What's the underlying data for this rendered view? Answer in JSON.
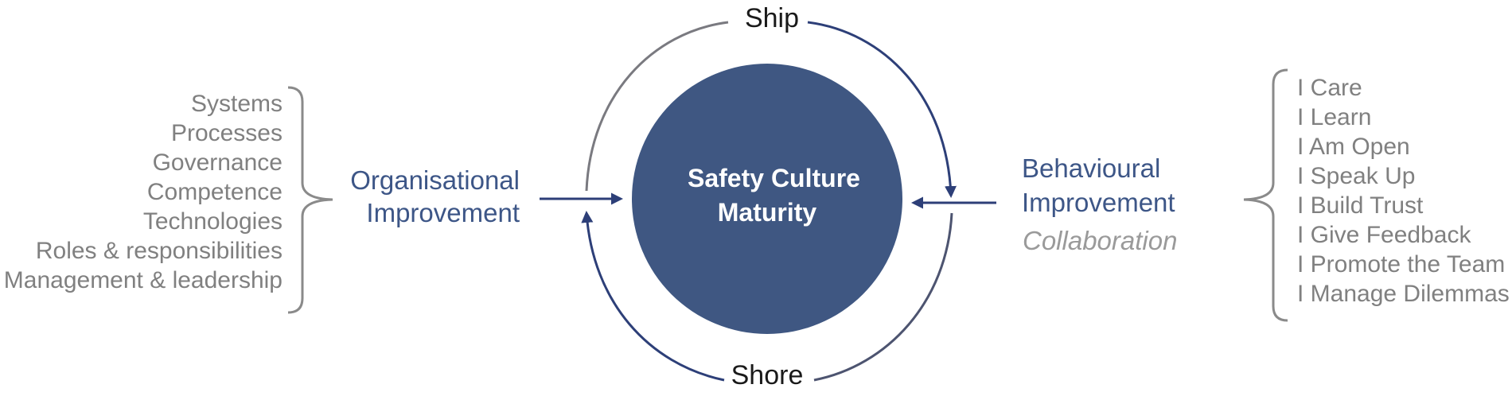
{
  "center": {
    "line1": "Safety Culture",
    "line2": "Maturity"
  },
  "cycle": {
    "top": "Ship",
    "bottom": "Shore"
  },
  "left": {
    "heading_line1": "Organisational",
    "heading_line2": "Improvement",
    "items": [
      "Systems",
      "Processes",
      "Governance",
      "Competence",
      "Technologies",
      "Roles & responsibilities",
      "Management & leadership"
    ]
  },
  "right": {
    "heading_line1": "Behavioural",
    "heading_line2": "Improvement",
    "subheading": "Collaboration",
    "items": [
      "I Care",
      "I Learn",
      "I Am Open",
      "I Speak Up",
      "I Build Trust",
      "I Give Feedback",
      "I Promote the Team",
      "I Manage Dilemmas"
    ]
  },
  "colors": {
    "circle": "#3f5782",
    "arrow": "#2d3f78",
    "arc_grey": "#7a7a80",
    "text_blue": "#3d5687",
    "text_grey": "#808080",
    "brace": "#8a8a8a"
  }
}
